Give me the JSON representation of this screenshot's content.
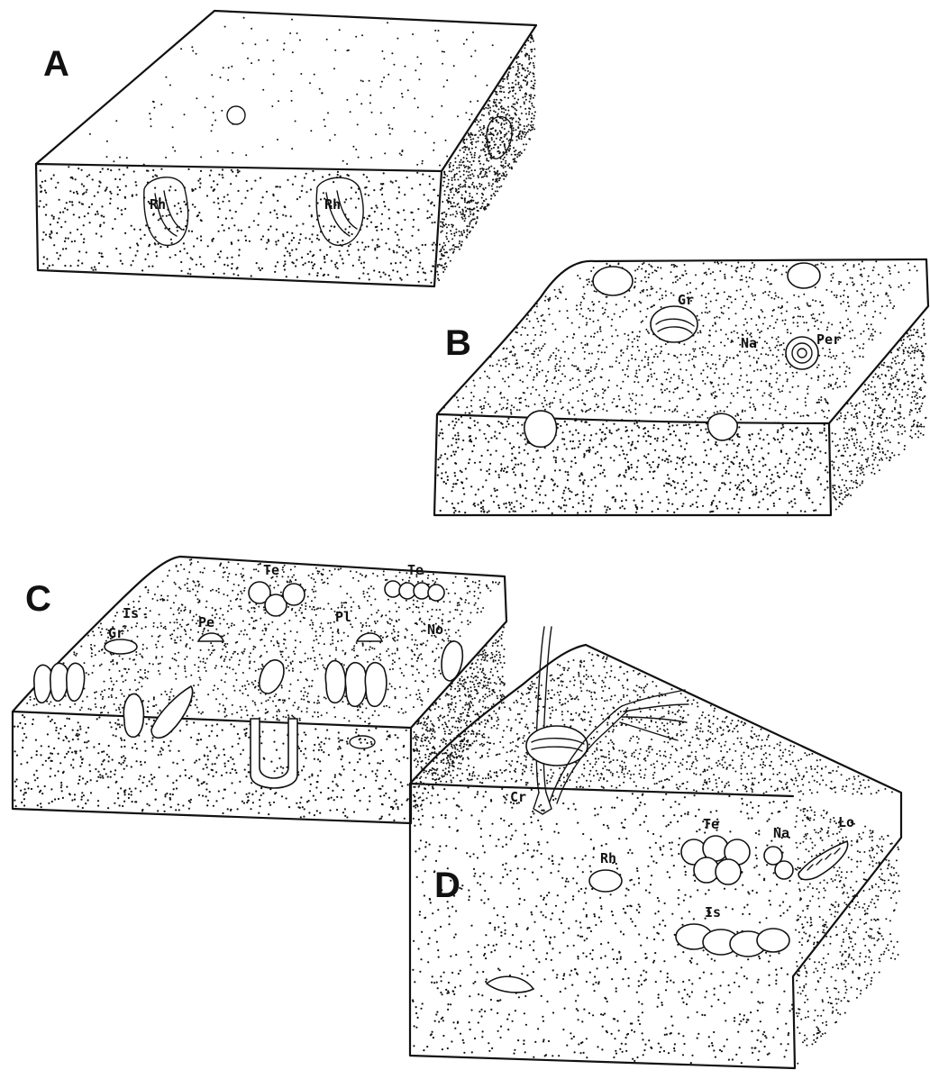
{
  "panels": [
    {
      "id": "A",
      "letter": "A",
      "labels": [
        "Rh",
        "Rh"
      ]
    },
    {
      "id": "B",
      "letter": "B",
      "labels": [
        "Gr",
        "Na",
        "Per"
      ]
    },
    {
      "id": "C",
      "letter": "C",
      "labels": [
        "Te",
        "Te",
        "Is",
        "Pe",
        "Pl",
        "No",
        "Gr"
      ]
    },
    {
      "id": "D",
      "letter": "D",
      "labels": [
        "Cr",
        "Te",
        "Na",
        "Lo",
        "Rh",
        "Is"
      ]
    }
  ],
  "colors": {
    "ink": "#111111",
    "paper": "#ffffff"
  }
}
